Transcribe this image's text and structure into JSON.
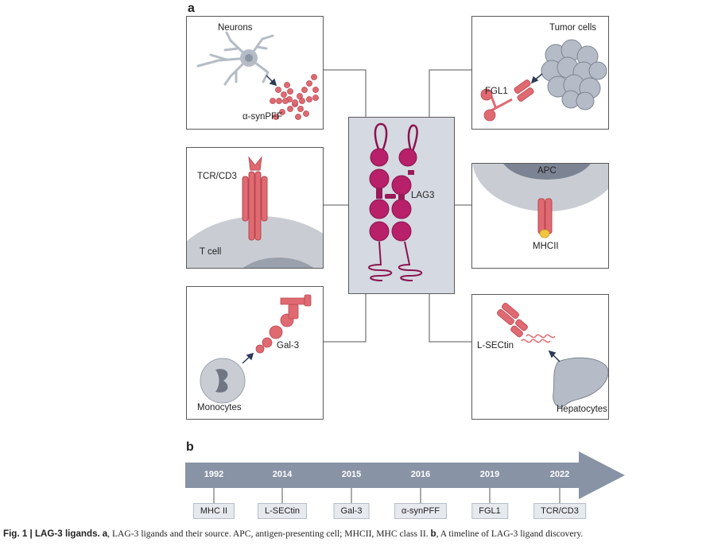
{
  "panel_a_letter": "a",
  "panel_b_letter": "b",
  "center_label": "LAG3",
  "boxes": {
    "neurons": {
      "title": "Neurons",
      "ligand": "α-synPFF"
    },
    "tcell": {
      "receptor": "TCR/CD3",
      "cell": "T cell"
    },
    "monocytes": {
      "ligand": "Gal-3",
      "cell": "Monocytes"
    },
    "tumor": {
      "title": "Tumor cells",
      "ligand": "FGL1"
    },
    "apc": {
      "cell": "APC",
      "ligand": "MHCII"
    },
    "hepatocytes": {
      "ligand": "L-SECtin",
      "cell": "Hepatocytes"
    }
  },
  "timeline": [
    {
      "year": "1992",
      "ligand": "MHC II"
    },
    {
      "year": "2014",
      "ligand": "L-SECtin"
    },
    {
      "year": "2015",
      "ligand": "Gal-3"
    },
    {
      "year": "2016",
      "ligand": "α-synPFF"
    },
    {
      "year": "2019",
      "ligand": "FGL1"
    },
    {
      "year": "2022",
      "ligand": "TCR/CD3"
    }
  ],
  "caption": {
    "fig": "Fig. 1 | LAG-3 ligands.",
    "a_letter": "a",
    "a_text": ", LAG-3 ligands and their source. APC, antigen-presenting cell; MHCII, MHC class II.",
    "b_letter": "b",
    "b_text": ", A timeline of LAG-3 ligand discovery."
  },
  "colors": {
    "lag3": "#b8206a",
    "ligand": "#e06a72",
    "cell_gray": "#c9cdd3",
    "arrow": "#8893a5",
    "center_bg": "#d5d9e1"
  }
}
